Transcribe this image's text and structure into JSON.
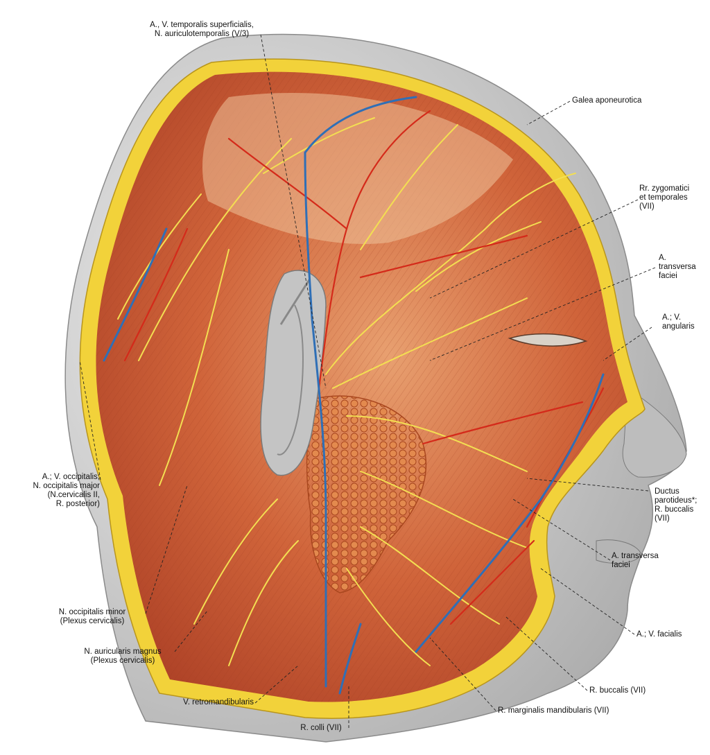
{
  "labels": {
    "temporalis": [
      "A., V. temporalis superficialis,",
      "N. auriculotemporalis (V/3)"
    ],
    "galea": [
      "Galea aponeurotica"
    ],
    "zygomatici": [
      "Rr. zygomatici",
      "et temporales",
      "(VII)"
    ],
    "transversa_top": [
      "A.",
      "transversa",
      "faciei"
    ],
    "angularis": [
      "A.; V.",
      "angularis"
    ],
    "occipitalis": [
      "A.; V. occipitalis;",
      "N. occipitalis major",
      "(N.cervicalis II,",
      "R. posterior)"
    ],
    "ductus": [
      "Ductus",
      "parotideus*;",
      "R. buccalis",
      "(VII)"
    ],
    "transversa_bottom": [
      "A. transversa",
      "faciei"
    ],
    "facialis": [
      "A.; V. facialis"
    ],
    "occ_minor": [
      "N. occipitalis minor",
      "(Plexus cervicalis)"
    ],
    "auricularis": [
      "N. auricularis magnus",
      "(Plexus cervicalis)"
    ],
    "buccalis": [
      "R. buccalis (VII)"
    ],
    "marginalis": [
      "R. marginalis mandibularis (VII)"
    ],
    "retromandibularis": [
      "V. retromandibularis"
    ],
    "colli": [
      "R. colli (VII)"
    ]
  },
  "colors": {
    "skin": "#c9c9c9",
    "galea_border": "#f2d23a",
    "muscle": "#c8532c",
    "artery": "#d42a1a",
    "vein": "#2f6fb6",
    "nerve": "#f3df52",
    "parotid": "#d9733a",
    "leader": "#222222"
  }
}
